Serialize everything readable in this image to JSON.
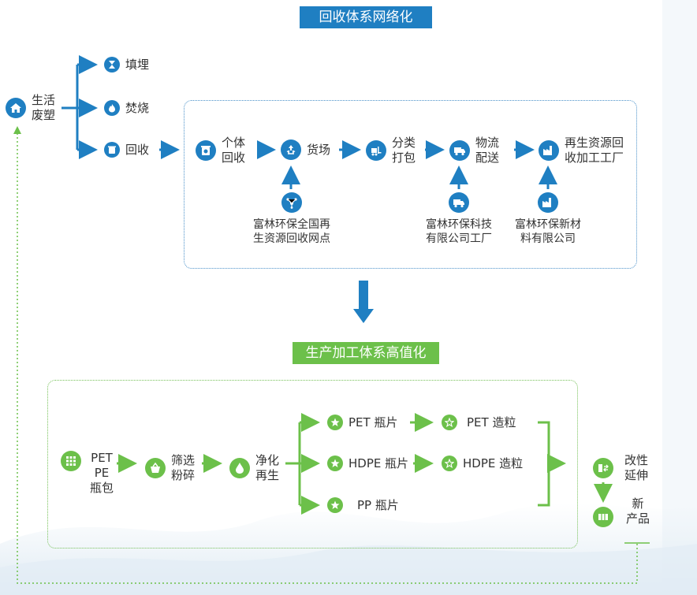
{
  "top_banner": "回收体系网络化",
  "bottom_banner": "生产加工体系高值化",
  "source": "生活\n废塑",
  "disposal": {
    "landfill": "填埋",
    "incineration": "焚烧",
    "recycle": "回收"
  },
  "recycle_chain": {
    "individual": "个体\n回收",
    "yard": "货场",
    "sorting": "分类\n打包",
    "logistics": "物流\n配送",
    "plant": "再生资源回\n收加工工厂"
  },
  "support": {
    "network": "富林环保全国再\n生资源回收网点",
    "tech": "富林环保科技\n有限公司工厂",
    "materials": "富林环保新材\n料有限公司"
  },
  "production": {
    "bales": "PET\nPE\n瓶包",
    "screening": "筛选\n粉碎",
    "cleaning": "净化\n再生",
    "pet_flakes": "PET 瓶片",
    "hdpe_flakes": "HDPE 瓶片",
    "pp_flakes": "PP 瓶片",
    "pet_pellets": "PET 造粒",
    "hdpe_pellets": "HDPE 造粒",
    "modify": "改性\n延伸",
    "new_product": "新\n产品"
  },
  "colors": {
    "blue": "#1f7fc2",
    "green": "#6cc04a"
  }
}
